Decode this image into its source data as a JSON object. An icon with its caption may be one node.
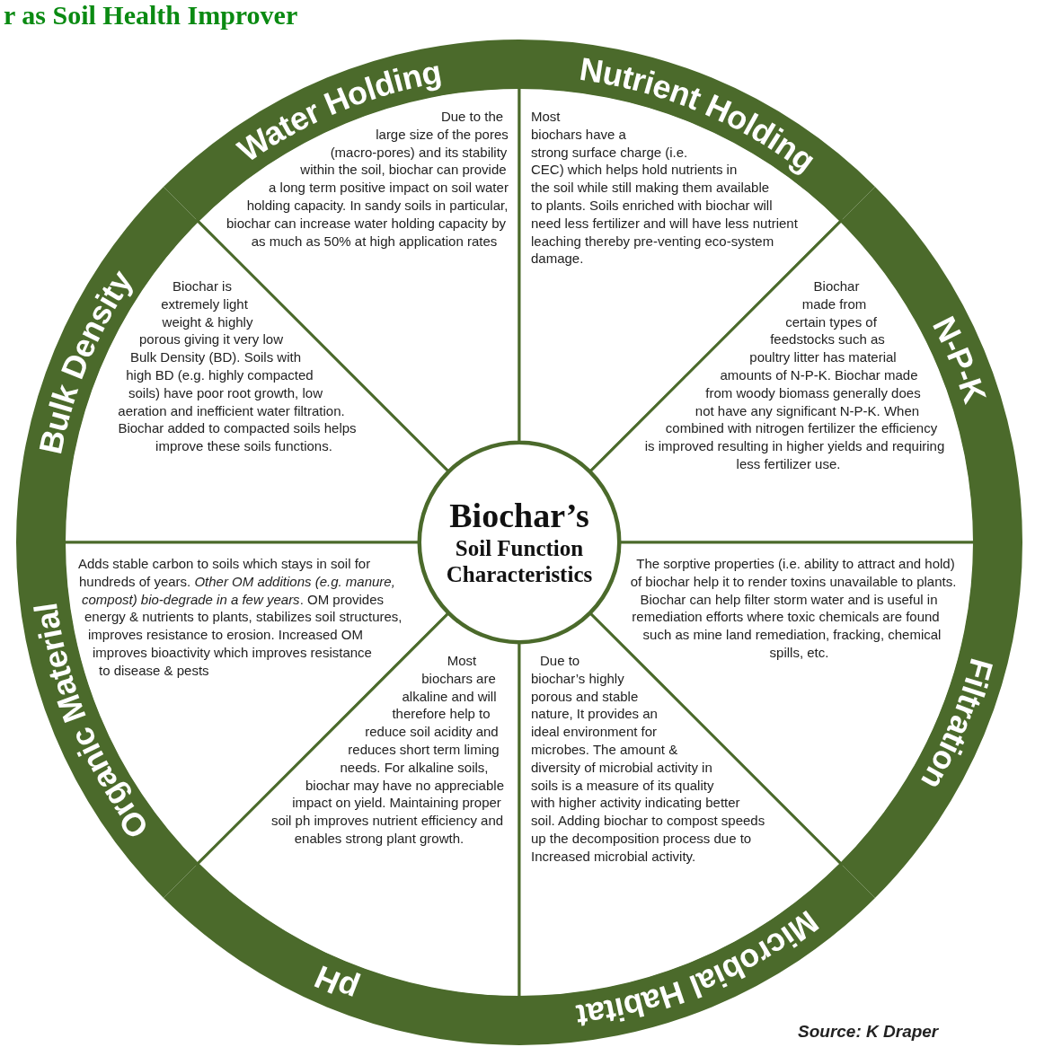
{
  "diagram": {
    "title": "r as Soil Health Improver",
    "nodes": [
      {
        "text": [
          "Water Holding",
          "Due to the large size of the pores (macro-pores) and its stability within the soil, biochar can provide a long term positive impact on soil water holding capacity. In sandy soils in particular, biochar can increase water holding capacity by as much as 50% at high application rates"
        ]
      },
      {
        "text": [
          "Nutrient Holding",
          "Most biochars have a strong surface charge (i.e. CEC) which helps hold nutrients in the soil while still making them available to plants. Soils enriched with biochar will need less fertilizer and will have less nutrient leaching thereby pre-venting eco-system damage."
        ]
      },
      {
        "text": [
          "Bulk Density",
          "Biochar is extremely light weight & highly porous giving it very low Bulk Density (BD). Soils with high BD (e.g. highly compacted soils) have poor root growth, low aeration and inefficient water filtration. Biochar added to compacted soils helps improve these soils functions."
        ]
      },
      {
        "text": [
          "N-P-K",
          "Biochar made from certain types of feedstocks such as poultry litter has material amounts of N-P-K. Biochar made from woody biomass generally does not have any significant N-P-K. When combined with nitrogen fertilizer the efficiency is improved resulting in higher yields and requiring less fertilizer use."
        ]
      },
      {
        "text": [
          "Biochar’s",
          "Soil Function Characteristics"
        ]
      },
      {
        "text": [
          "Organic Material",
          "Adds stable carbon to soils which stays in soil for hundreds of years. *Other OM additions (e.g. manure, compost) bio-degrade in a few years*. OM provides energy & nutrients to plants, stabilizes soil structures, improves resistance to erosion. Increased OM improves bioactivity which improves resistance to disease & pests"
        ]
      },
      {
        "text": [
          "Filtration",
          "The sorptive properties (i.e. ability to attract and hold) of biochar help it to render toxins unavailable to plants. Biochar can help filter storm water and is useful in remediation efforts where toxic chemicals are found such as mine land remediation, fracking, chemical spills, etc."
        ]
      },
      {
        "text": [
          "Most biochars are alkaline and will therefore help to reduce soil acidity and reduces short term liming needs. For alkaline soils, biochar may have no appreciable impact on yield. Maintaining proper soil ph improves nutrient efficiency and enables strong plant growth.",
          "pH"
        ]
      },
      {
        "text": [
          "Due to biochar’s highly porous and stable nature, It provides an ideal environment for microbes. The amount & diversity of microbial activity in soils is a measure of its quality with higher activity indicating better soil. Adding biochar to compost speeds up the decomposition process due to Increased microbial activity.",
          "Microbial Habitat"
        ]
      }
    ],
    "labels": [
      "Source: K Draper"
    ]
  }
}
